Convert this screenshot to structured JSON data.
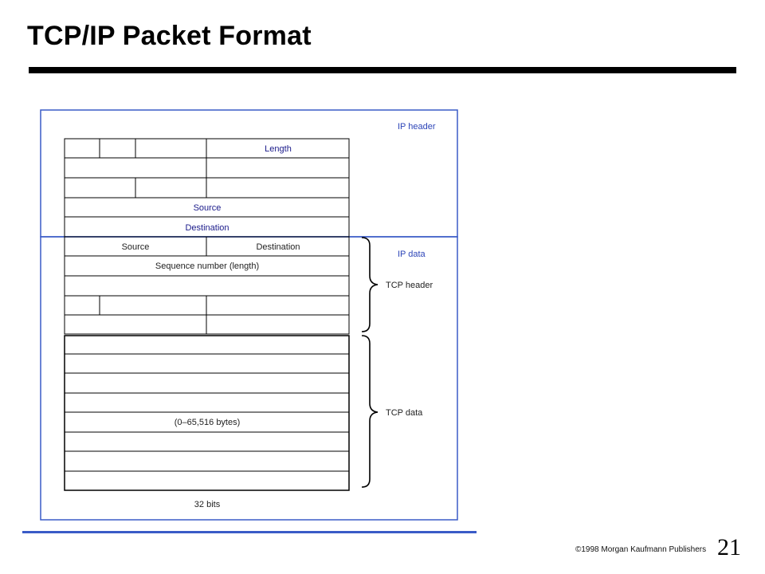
{
  "slide": {
    "title": "TCP/IP Packet Format",
    "copyright": "©1998   Morgan Kaufmann Publishers",
    "page_number": "21"
  },
  "diagram": {
    "ip_header_label": "IP header",
    "ip_data_label": "IP data",
    "tcp_header_label": "TCP header",
    "tcp_data_label": "TCP data",
    "width_label": "32 bits",
    "cells": {
      "length": "Length",
      "ip_source": "Source",
      "ip_destination": "Destination",
      "tcp_source": "Source",
      "tcp_destination": "Destination",
      "sequence_number": "Sequence number (length)",
      "data_size": "(0–65,516 bytes)"
    }
  }
}
